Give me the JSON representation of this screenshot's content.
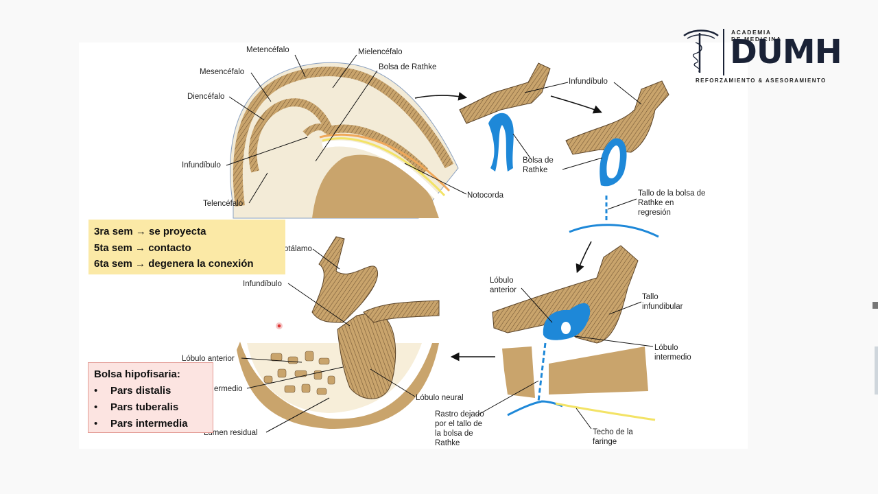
{
  "logo": {
    "line1": "ACADEMIA",
    "line2": "DE MEDICINA",
    "brand": "DUMH",
    "tagline": "REFORZAMIENTO & ASESORAMIENTO"
  },
  "labels": {
    "metencefalo": "Metencéfalo",
    "mielencefalo": "Mielencéfalo",
    "mesencefalo": "Mesencéfalo",
    "bolsa_rathke_1": "Bolsa de Rathke",
    "diencefalo": "Diencéfalo",
    "infundibulo_1": "Infundíbulo",
    "telencefalo": "Telencéfalo",
    "notocorda": "Notocorda",
    "infundibulo_2": "Infundíbulo",
    "bolsa_rathke_2": "Bolsa de Rathke",
    "tallo_bolsa": "Tallo de la bolsa de Rathke en regresión",
    "hipotalamo": "otálamo",
    "infundibulo_3": "Infundíbulo",
    "lobulo_anterior_1": "Lóbulo anterior",
    "tallo_infundibular": "Tallo infundibular",
    "lobulo_anterior_2": "Lóbulo anterior",
    "lobulo_intermedio_2": "Lóbulo intermedio",
    "intermedio_partial": "ermedio",
    "lobulo_neural": "Lóbulo neural",
    "lumen_residual": "Lumen residual",
    "rastro": "Rastro dejado por el tallo de la bolsa de Rathke",
    "techo_faringe": "Techo de la faringe"
  },
  "timeline": {
    "line1": "3ra sem → se proyecta",
    "line2": "5ta sem → contacto",
    "line3": "6ta sem → degenera la conexión"
  },
  "bolsa_hipofisaria": {
    "title": "Bolsa hipofisaria:",
    "items": [
      "Pars distalis",
      "Pars tuberalis",
      "Pars intermedia"
    ]
  },
  "colors": {
    "tissue": "#c9a46c",
    "tissue_dark": "#5a4328",
    "rathke_blue": "#1e88d8",
    "cream": "#f7eed9",
    "yellow_note": "#fbe9a6",
    "pink_note": "#fce4e1"
  }
}
